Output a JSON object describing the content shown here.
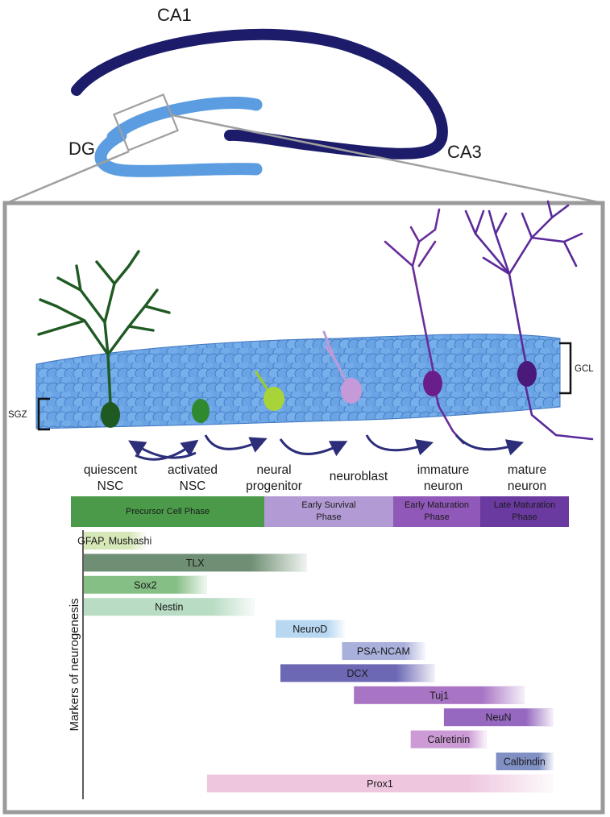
{
  "hippocampus": {
    "ca1_label": "CA1",
    "ca3_label": "CA3",
    "dg_label": "DG"
  },
  "layers": {
    "sgz_label": "SGZ",
    "gcl_label": "GCL"
  },
  "stages": [
    {
      "line1": "quiescent",
      "line2": "NSC"
    },
    {
      "line1": "activated",
      "line2": "NSC"
    },
    {
      "line1": "neural",
      "line2": "progenitor"
    },
    {
      "line1": "neuroblast",
      "line2": ""
    },
    {
      "line1": "immature",
      "line2": "neuron"
    },
    {
      "line1": "mature",
      "line2": "neuron"
    }
  ],
  "phases": [
    {
      "line1": "Precursor Cell Phase",
      "line2": "",
      "color": "#4a9a4a"
    },
    {
      "line1": "Early Survival",
      "line2": "Phase",
      "color": "#b29ad4"
    },
    {
      "line1": "Early Maturation",
      "line2": "Phase",
      "color": "#9058b8"
    },
    {
      "line1": "Late Maturation",
      "line2": "Phase",
      "color": "#6a3aa0"
    }
  ],
  "markers_axis_label": "Markers of neurogenesis",
  "markers": [
    {
      "name": "GFAP, Mushashi",
      "start": 0.0,
      "end": 0.13,
      "color": "#d6e8b8"
    },
    {
      "name": "TLX",
      "start": 0.0,
      "end": 0.47,
      "color": "#6f8f74"
    },
    {
      "name": "Sox2",
      "start": 0.0,
      "end": 0.26,
      "color": "#86bf86"
    },
    {
      "name": "Nestin",
      "start": 0.0,
      "end": 0.36,
      "color": "#b8dcc4"
    },
    {
      "name": "NeuroD",
      "start": 0.405,
      "end": 0.55,
      "color": "#b8d8f2"
    },
    {
      "name": "PSA-NCAM",
      "start": 0.545,
      "end": 0.72,
      "color": "#aab0dc"
    },
    {
      "name": "DCX",
      "start": 0.415,
      "end": 0.74,
      "color": "#6c68b4"
    },
    {
      "name": "Tuj1",
      "start": 0.57,
      "end": 0.93,
      "color": "#a874c4"
    },
    {
      "name": "NeuN",
      "start": 0.76,
      "end": 0.99,
      "color": "#9668c0"
    },
    {
      "name": "Calretinin",
      "start": 0.69,
      "end": 0.85,
      "color": "#cc9ad4"
    },
    {
      "name": "Calbindin",
      "start": 0.87,
      "end": 0.99,
      "color": "#8090c4"
    },
    {
      "name": "Prox1",
      "start": 0.26,
      "end": 0.99,
      "color": "#eec6de"
    }
  ]
}
